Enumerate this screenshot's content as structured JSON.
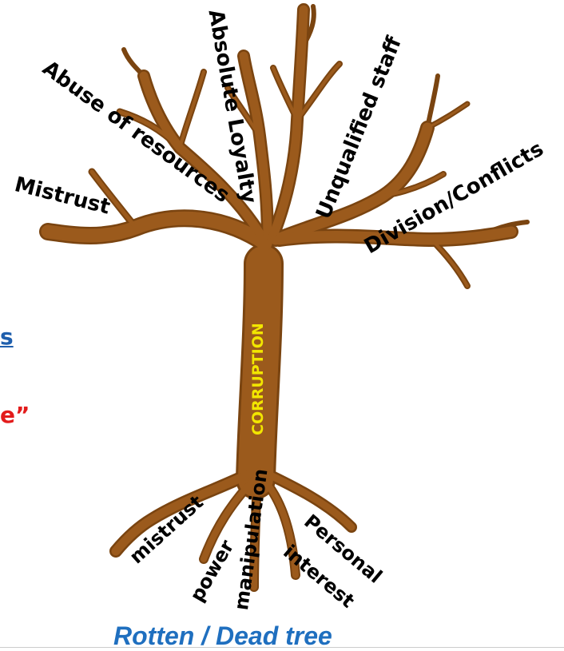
{
  "tree": {
    "trunk_label": "CORRUPTION",
    "branches": [
      "Abuse of resources",
      "Absolute Loyalty",
      "Unqualified staff",
      "Division/Conflicts",
      "Mistrust"
    ],
    "roots": [
      "mistrust",
      "power",
      "manipulation",
      "Personal",
      "interest"
    ]
  },
  "left_fragments": {
    "blue": "s",
    "red": "e”"
  },
  "caption": "Rotten / Dead tree",
  "colors": {
    "tree_fill": "#9b5a1c",
    "tree_stroke": "#7a4410",
    "trunk_label": "#f2e600",
    "caption": "#1f6fbf",
    "fragment_blue": "#1f5fad",
    "fragment_red": "#e31b1b"
  }
}
